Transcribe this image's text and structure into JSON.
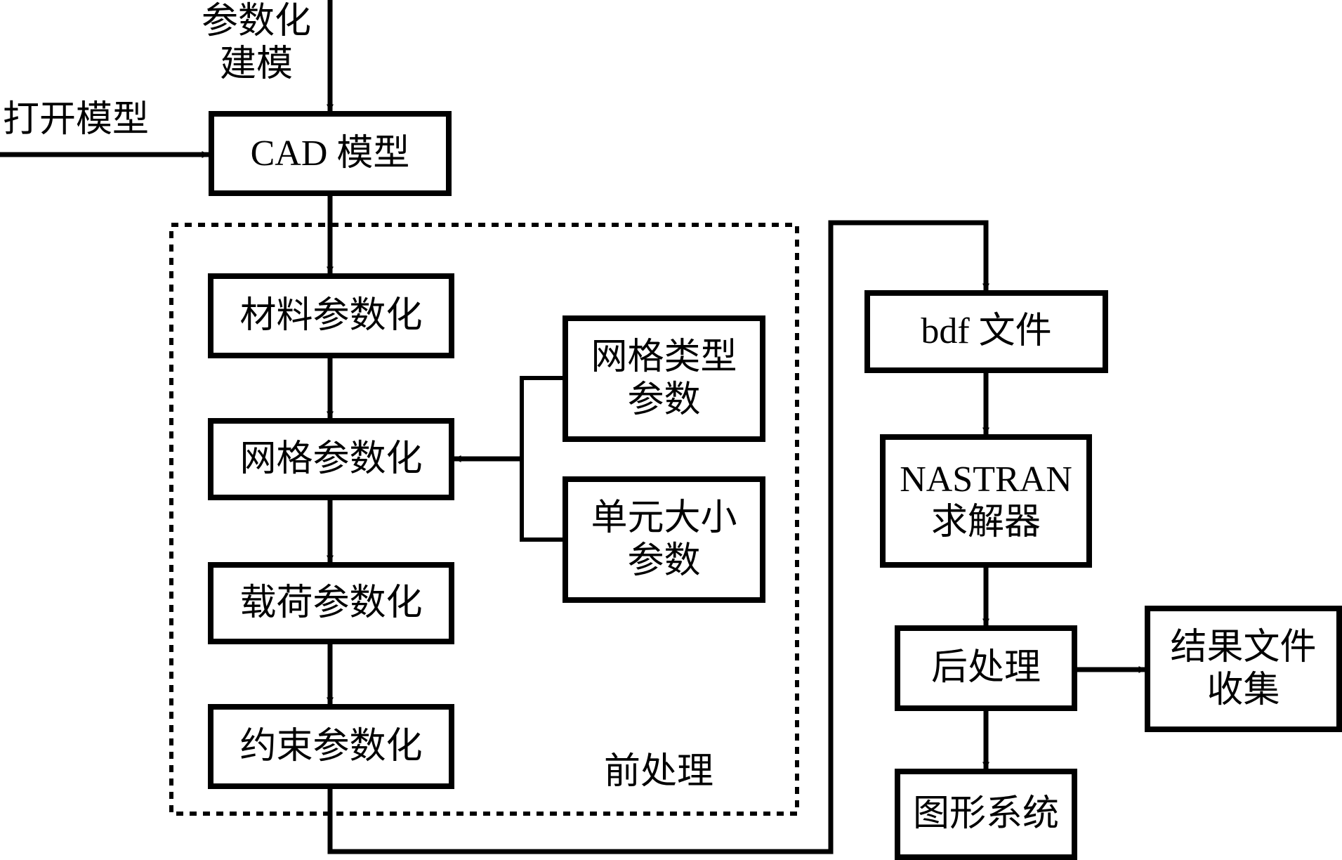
{
  "diagram": {
    "inputs": {
      "parametric_modeling": [
        "参数化",
        "建模"
      ],
      "open_model": "打开模型"
    },
    "nodes": {
      "cad_model": [
        "CAD 模型"
      ],
      "material_param": [
        "材料参数化"
      ],
      "mesh_param": [
        "网格参数化"
      ],
      "load_param": [
        "载荷参数化"
      ],
      "constraint_param": [
        "约束参数化"
      ],
      "mesh_type_param": [
        "网格类型",
        "参数"
      ],
      "element_size_param": [
        "单元大小",
        "参数"
      ],
      "bdf_file": [
        "bdf 文件"
      ],
      "nastran_solver": [
        "NASTRAN",
        "求解器"
      ],
      "post_processing": [
        "后处理"
      ],
      "result_collection": [
        "结果文件",
        "收集"
      ],
      "graphics_system": [
        "图形系统"
      ]
    },
    "group_label": "前处理",
    "edges": [
      [
        "参数化建模",
        "CAD 模型"
      ],
      [
        "打开模型",
        "CAD 模型"
      ],
      [
        "CAD 模型",
        "材料参数化"
      ],
      [
        "材料参数化",
        "网格参数化"
      ],
      [
        "网格类型参数",
        "网格参数化"
      ],
      [
        "单元大小参数",
        "网格参数化"
      ],
      [
        "网格参数化",
        "载荷参数化"
      ],
      [
        "载荷参数化",
        "约束参数化"
      ],
      [
        "约束参数化",
        "bdf 文件"
      ],
      [
        "bdf 文件",
        "NASTRAN 求解器"
      ],
      [
        "NASTRAN 求解器",
        "后处理"
      ],
      [
        "后处理",
        "结果文件收集"
      ],
      [
        "后处理",
        "图形系统"
      ]
    ]
  }
}
